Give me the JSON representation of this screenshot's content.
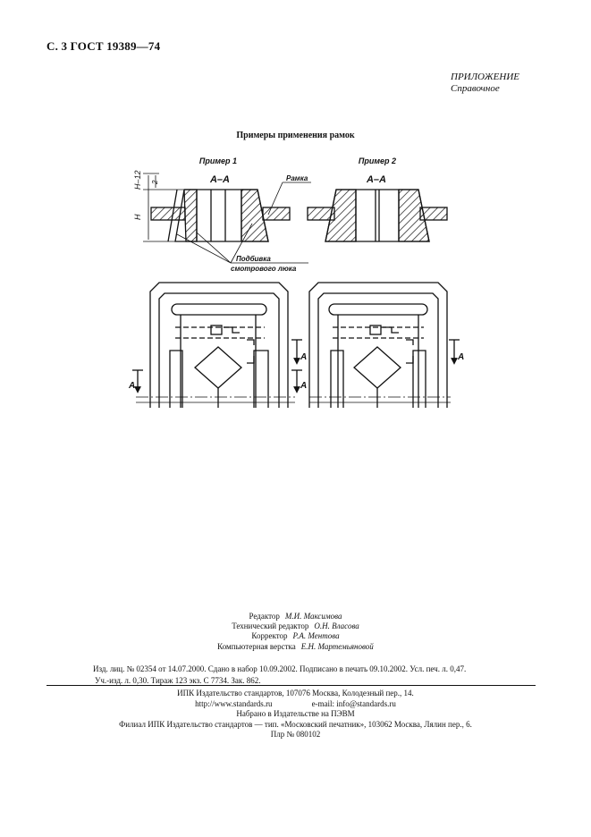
{
  "page": {
    "header": "С. 3 ГОСТ 19389—74",
    "appendix_title": "ПРИЛОЖЕНИЕ",
    "appendix_type": "Справочное"
  },
  "figure": {
    "title": "Примеры применения рамок",
    "example1_label": "Пример 1",
    "example2_label": "Пример 2",
    "section_label_1": "А–А",
    "section_label_2": "А–А",
    "frame_callout": "Рамка",
    "leader_callout_line1": "Подбивка",
    "leader_callout_line2": "смотрового люка",
    "dim_top": "Н–12",
    "dim_top_sub": "2",
    "dim_height": "Н",
    "section_marks": [
      "А",
      "А",
      "А",
      "А"
    ]
  },
  "credits": [
    {
      "role": "Редактор",
      "name": "М.И. Максимова"
    },
    {
      "role": "Технический редактор",
      "name": "О.Н. Власова"
    },
    {
      "role": "Корректор",
      "name": "Р.А. Ментова"
    },
    {
      "role": "Компьютерная верстка",
      "name": "Е.Н. Мартемьяновой"
    }
  ],
  "publishing": {
    "line1": "Изд. лиц. № 02354 от 14.07.2000. Сдано в набор 10.09.2002. Подписано в печать 09.10.2002. Усл. печ. л. 0,47.",
    "line2": "Уч.-изд. л. 0,30.   Тираж  123 экз.   С 7734.    Зак. 862."
  },
  "imprint": {
    "line1": "ИПК Издательство стандартов, 107076  Москва, Колодезный пер., 14.",
    "website": "http://www.standards.ru",
    "email": "e-mail: info@standards.ru",
    "line3": "Набрано в Издательстве на ПЭВМ",
    "line4": "Филиал ИПК Издательство стандартов — тип. «Московский печатник», 103062  Москва, Лялин пер., 6.",
    "line5": "Плр № 080102"
  }
}
